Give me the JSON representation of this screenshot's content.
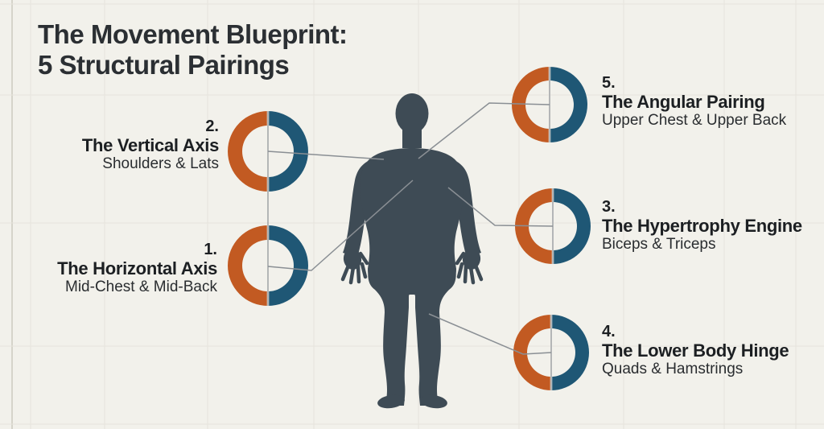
{
  "title": {
    "line1": "The Movement Blueprint:",
    "line2": "5 Structural Pairings"
  },
  "pairings": [
    {
      "number": "1.",
      "name": "The Horizontal Axis",
      "muscles": "Mid-Chest & Mid-Back",
      "side": "left",
      "target": "mid-chest"
    },
    {
      "number": "2.",
      "name": "The Vertical Axis",
      "muscles": "Shoulders & Lats",
      "side": "left",
      "target": "shoulder"
    },
    {
      "number": "3.",
      "name": "The Hypertrophy Engine",
      "muscles": "Biceps & Triceps",
      "side": "right",
      "target": "upper-arm"
    },
    {
      "number": "4.",
      "name": "The Lower Body Hinge",
      "muscles": "Quads & Hamstrings",
      "side": "right",
      "target": "thigh"
    },
    {
      "number": "5.",
      "name": "The Angular Pairing",
      "muscles": "Upper Chest & Upper Back",
      "side": "right",
      "target": "upper-chest"
    }
  ],
  "donut_icon": {
    "meaning": "50/50 split ring (push half / pull half)",
    "left_half_color": "#c25a22",
    "right_half_color": "#1f5775",
    "split": [
      50,
      50
    ]
  },
  "theme": {
    "background": "#f2f1eb",
    "orange": "#c25a22",
    "blue": "#1f5775",
    "silhouette": "#3e4b55",
    "connector": "#8a8f94",
    "grid": "#e6e4dc",
    "grid-strong": "#d6d4ca",
    "title": "#2b2f33",
    "text-strong": "#1c1f22",
    "text-sub": "#2a2d30"
  }
}
